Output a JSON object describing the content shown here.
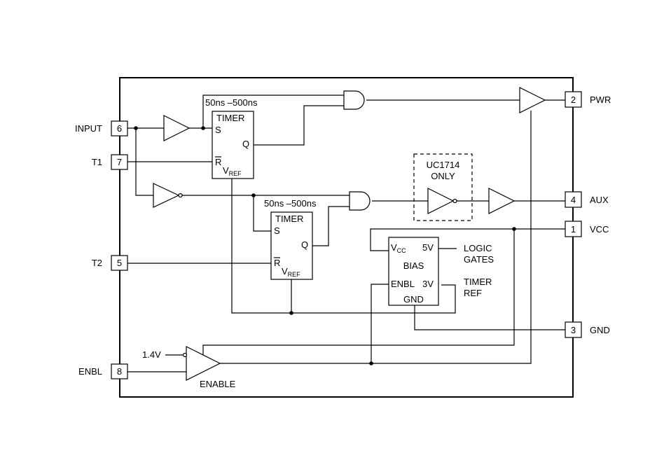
{
  "pins": {
    "input": {
      "name": "INPUT",
      "num": "6"
    },
    "t1": {
      "name": "T1",
      "num": "7"
    },
    "t2": {
      "name": "T2",
      "num": "5"
    },
    "enbl": {
      "name": "ENBL",
      "num": "8"
    },
    "pwr": {
      "name": "PWR",
      "num": "2"
    },
    "aux": {
      "name": "AUX",
      "num": "4"
    },
    "vcc": {
      "name": "VCC",
      "num": "1"
    },
    "gnd": {
      "name": "GND",
      "num": "3"
    }
  },
  "timer1": {
    "delay": "50ns –500ns",
    "title": "TIMER",
    "s": "S",
    "q": "Q",
    "r": "R",
    "vref_main": "V",
    "vref_sub": "REF"
  },
  "timer2": {
    "delay": "50ns –500ns",
    "title": "TIMER",
    "s": "S",
    "q": "Q",
    "r": "R",
    "vref_main": "V",
    "vref_sub": "REF"
  },
  "bias": {
    "vcc_main": "V",
    "vcc_sub": "CC",
    "v5": "5V",
    "title": "BIAS",
    "enbl": "ENBL",
    "v3": "3V",
    "gnd": "GND",
    "logic_line1": "LOGIC",
    "logic_line2": "GATES",
    "timer_ref_line1": "TIMER",
    "timer_ref_line2": "REF"
  },
  "uc1714": {
    "line1": "UC1714",
    "line2": "ONLY"
  },
  "enable": {
    "vref": "1.4V",
    "label": "ENABLE"
  }
}
